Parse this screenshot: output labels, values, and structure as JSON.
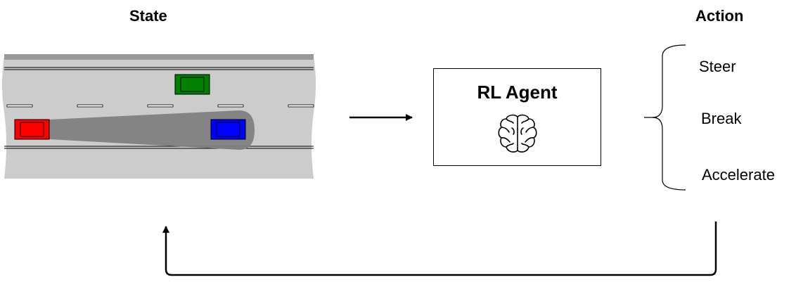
{
  "state": {
    "title": "State"
  },
  "action": {
    "title": "Action",
    "items": [
      "Steer",
      "Break",
      "Accelerate"
    ]
  },
  "agent": {
    "title": "RL Agent",
    "icon": "brain-icon"
  },
  "colors": {
    "road": "#cccccc",
    "lane_edge": "#999999",
    "car_ego": "#ff0000",
    "car_front": "#0000ff",
    "car_adjacent": "#008000",
    "sensor_beam": "#808080"
  }
}
